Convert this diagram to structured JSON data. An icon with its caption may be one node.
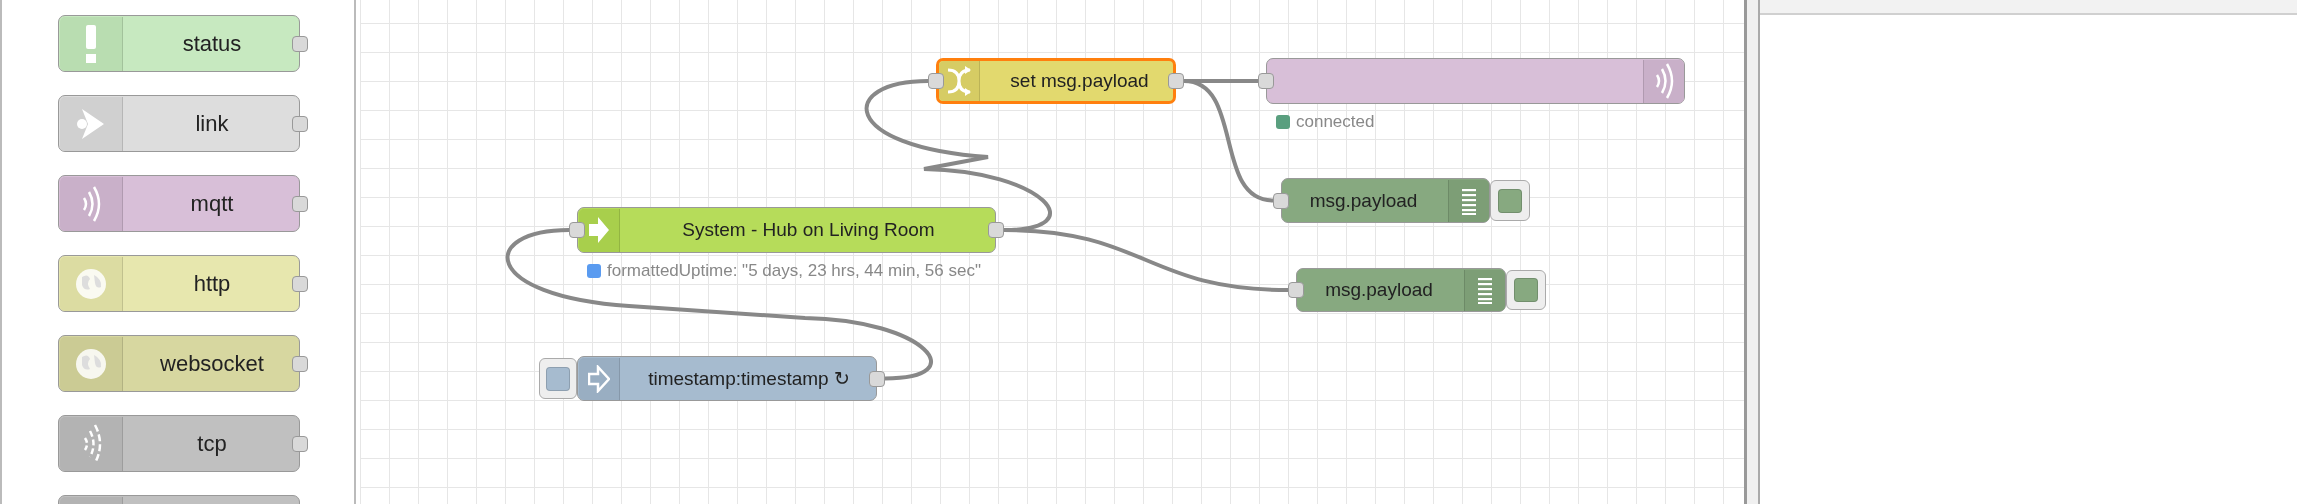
{
  "diagram": {
    "nodes": [
      {
        "text": [
          "status"
        ]
      },
      {
        "text": [
          "link"
        ]
      },
      {
        "text": [
          "mqtt"
        ]
      },
      {
        "text": [
          "http"
        ]
      },
      {
        "text": [
          "websocket"
        ]
      },
      {
        "text": [
          "tcp"
        ]
      },
      {
        "text": [],
        "shape": "box"
      },
      {
        "text": [
          "set msg.payload"
        ]
      },
      {
        "text": [],
        "shape": "box",
        "beside": [
          "connected"
        ]
      },
      {
        "text": [
          "msg.payload"
        ]
      },
      {
        "text": [
          "System - Hub on Living Room"
        ],
        "beside": [
          "formattedUptime: \"5 days, 23 hrs, 44 min, 56 sec\""
        ]
      },
      {
        "text": [
          "msg.payload"
        ]
      },
      {
        "text": [
          "timestamp:timestamp ↻"
        ]
      }
    ],
    "edges": [
      {
        "from": 12,
        "to": 10,
        "arrow": "none"
      },
      {
        "from": 10,
        "to": 7,
        "arrow": "none"
      },
      {
        "from": 10,
        "to": 11,
        "arrow": "none"
      },
      {
        "from": 7,
        "to": 8,
        "arrow": "none"
      },
      {
        "from": 7,
        "to": 9,
        "arrow": "none"
      }
    ]
  }
}
